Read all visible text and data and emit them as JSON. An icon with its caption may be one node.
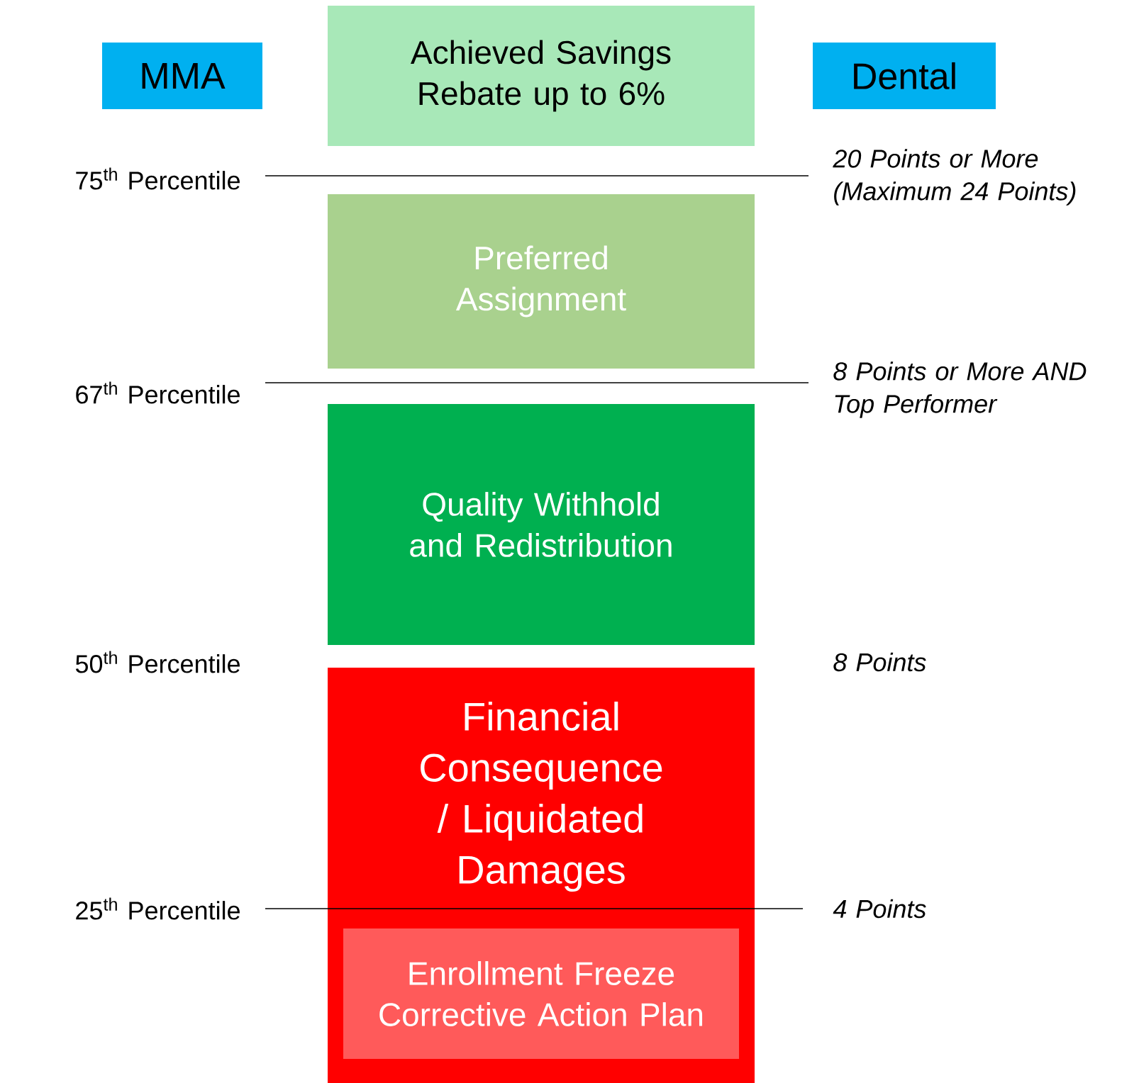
{
  "diagram": {
    "nodes": [
      {
        "text": [
          "MMA"
        ]
      },
      {
        "text": [
          "Dental"
        ]
      },
      {
        "text": [
          "Achieved Savings Rebate up to 6%"
        ]
      },
      {
        "text": [
          "Preferred Assignment"
        ]
      },
      {
        "text": [
          "Quality Withhold and Redistribution"
        ]
      },
      {
        "text": [
          "Financial Consequence / Liquidated Damages"
        ]
      },
      {
        "text": [
          "Enrollment Freeze Corrective Action Plan"
        ],
        "in": 5
      }
    ],
    "edges": [],
    "labels": [
      "75$^{th}$ Percentile",
      "20 Points or More (Maximum 24 Points)",
      "67$^{th}$ Percentile",
      "8 Points or More AND Top Performer",
      "50$^{th}$ Percentile",
      "8 Points",
      "25$^{th}$ Percentile",
      "4 Points"
    ]
  }
}
